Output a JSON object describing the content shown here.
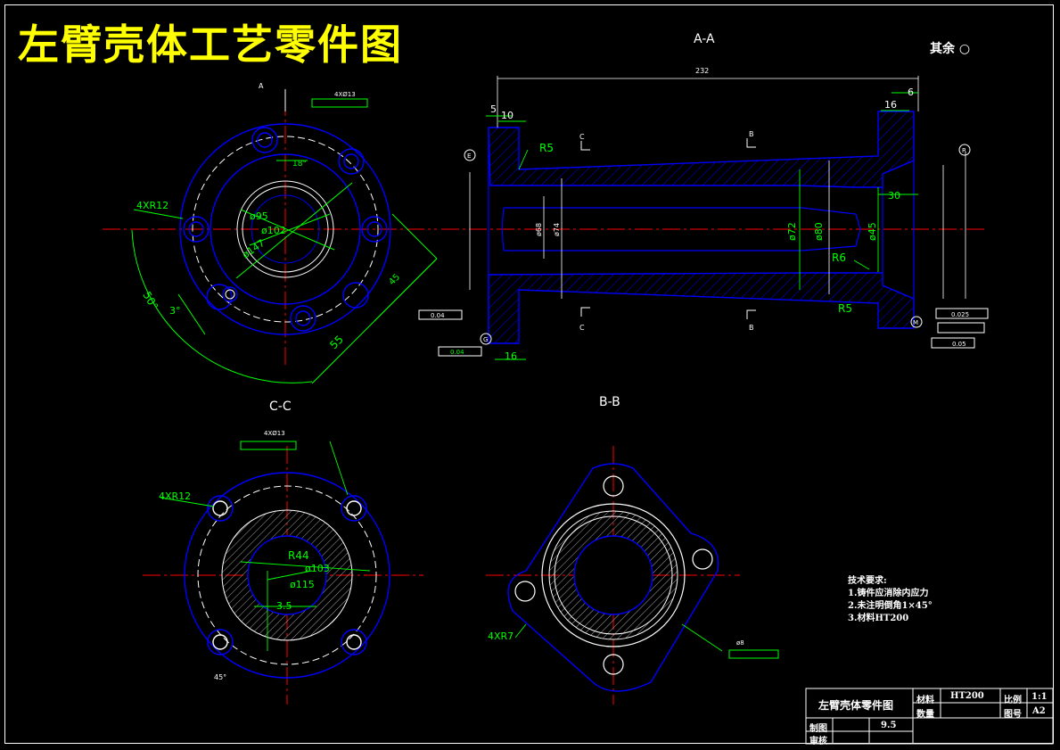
{
  "drawing": {
    "title": "左臂壳体工艺零件图",
    "roughness_note": "其余",
    "views": {
      "section_aa": "A-A",
      "section_cc": "C-C",
      "section_bb": "B-B"
    },
    "technical_requirements": {
      "heading": "技术要求:",
      "items": [
        "1.铸件应消除内应力",
        "2.未注明倒角1×45°",
        "3.材料HT200"
      ]
    },
    "title_block": {
      "part_name": "左臂壳体零件图",
      "material_label": "材料",
      "material_value": "HT200",
      "quantity_label": "数量",
      "scale_label": "比例",
      "scale_value": "1:1",
      "drawing_no_label": "图号",
      "drawing_no_value": "A2",
      "drawn_by_label": "制图",
      "drawn_date": "9.5",
      "checked_by_label": "审核"
    },
    "dims_front": {
      "r12": "4XR12",
      "d95": "ø95",
      "d102": "ø102",
      "d147": "ø147",
      "a18": "18°",
      "a3": "3°",
      "a50": "50°",
      "d55": "55",
      "d45": "45",
      "hole": "4XØ13"
    },
    "dims_aa": {
      "overall": "232",
      "d5": "5",
      "d10": "10",
      "r5": "R5",
      "r6": "R6",
      "r5b": "R5",
      "d16": "16",
      "d16b": "16",
      "d6": "6",
      "d30": "30",
      "dia72": "ø72",
      "dia80": "ø80",
      "dia45": "ø45",
      "dia74": "ø74",
      "dia68": "ø68",
      "tol1": "0.04",
      "tol2": "0.04",
      "tol3": "0.05",
      "tol4": "0.025",
      "tag_c": "C",
      "tag_b": "B",
      "datum_e": "E",
      "datum_r": "R",
      "datum_g": "G",
      "datum_m": "M"
    },
    "dims_cc": {
      "r12": "4XR12",
      "hole": "4XØ13",
      "r44": "R44",
      "d103": "ø103",
      "d115": "ø115",
      "d35": "3.5",
      "a45": "45°"
    },
    "dims_bb": {
      "r7": "4XR7",
      "hole": "ø8"
    }
  },
  "colors": {
    "outline": "#0000ff",
    "center_line": "#ff0000",
    "dimension": "#00ff00",
    "text": "#ffffff",
    "title": "#ffff00"
  }
}
